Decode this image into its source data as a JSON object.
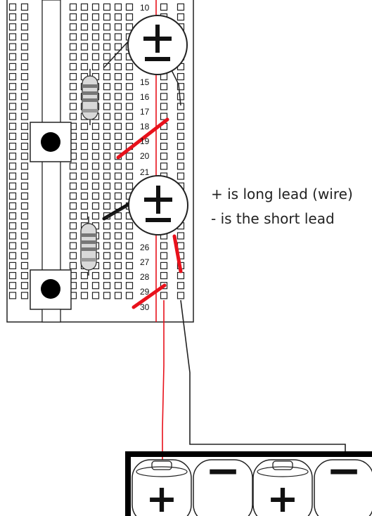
{
  "breadboard": {
    "row_labels": [
      "10",
      "15",
      "16",
      "17",
      "18",
      "19",
      "20",
      "21",
      "26",
      "27",
      "28",
      "29",
      "30"
    ]
  },
  "capacitor_symbol": "±",
  "battery_pack": {
    "cells": [
      {
        "terminal": "+",
        "type": "positive"
      },
      {
        "terminal": "−",
        "type": "negative"
      },
      {
        "terminal": "+",
        "type": "positive"
      },
      {
        "terminal": "−",
        "type": "negative"
      }
    ]
  },
  "notes": {
    "line1": "+ is long lead (wire)",
    "line2": "- is the short lead"
  },
  "colors": {
    "red_wire": "#e8111b",
    "black_wire": "#111111",
    "ink": "#222222",
    "resistor_body": "#d9d9d9"
  }
}
